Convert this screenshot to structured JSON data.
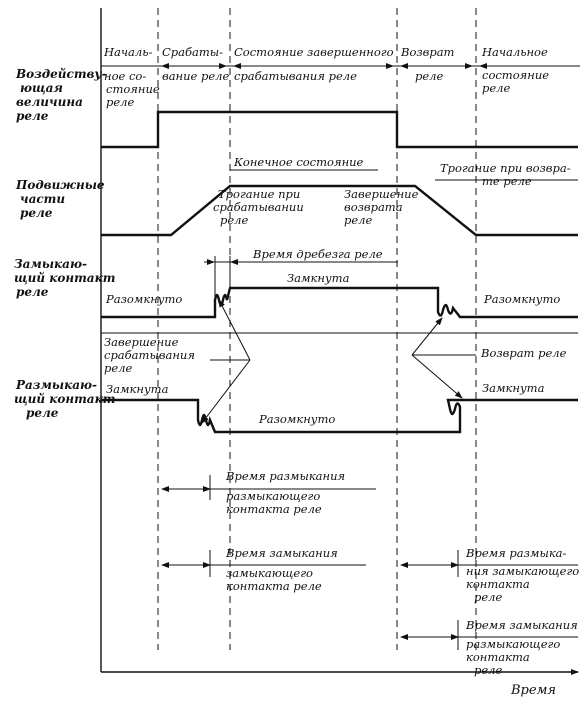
{
  "phases": {
    "p1": [
      "Началь-",
      "ное со-",
      "стояние",
      "реле"
    ],
    "p2": [
      "Срабаты-",
      "вание реле"
    ],
    "p3": [
      "Состояние завершенного",
      "срабатывания реле"
    ],
    "p4": [
      "Возврат",
      "реле"
    ],
    "p5": [
      "Начальное",
      "состояние",
      "реле"
    ]
  },
  "rows": {
    "input": [
      "Воздейству-",
      "ющая",
      "величина",
      "реле"
    ],
    "moving": [
      "Подвижные",
      "части",
      "реле"
    ],
    "make": [
      "Замыкаю-",
      "щий контакт",
      "реле"
    ],
    "break": [
      "Размыкаю-",
      "щий контакт",
      "реле"
    ]
  },
  "moving_labels": {
    "final_state": "Конечное состояние",
    "start_operate": [
      "Трогание при",
      "срабатывании",
      "реле"
    ],
    "end_return": [
      "Завершение",
      "возврата",
      "реле"
    ],
    "start_return": [
      "Трогание при возвра-",
      "те реле"
    ]
  },
  "make_labels": {
    "bounce_time": "Время дребезга реле",
    "closed": "Замкнута",
    "open_left": "Разомкнуто",
    "open_right": "Разомкнуто"
  },
  "mid_labels": {
    "operate_done": [
      "Завершение",
      "срабатывания",
      "реле"
    ],
    "release": "Возврат реле"
  },
  "break_labels": {
    "closed_left": "Замкнута",
    "open": "Разомкнуто",
    "closed_right": "Замкнута"
  },
  "timings": {
    "t1": [
      "Время размыкания",
      "размыкающего",
      "контакта реле"
    ],
    "t2": [
      "Время замыкания",
      "замыкающего",
      "контакта реле"
    ],
    "t3": [
      "Время размыка-",
      "ния замыкающего",
      "контакта",
      "реле"
    ],
    "t4": [
      "Время замыкания",
      "размыкающего",
      "контакта",
      "реле"
    ]
  },
  "axis": {
    "time": "Время"
  }
}
